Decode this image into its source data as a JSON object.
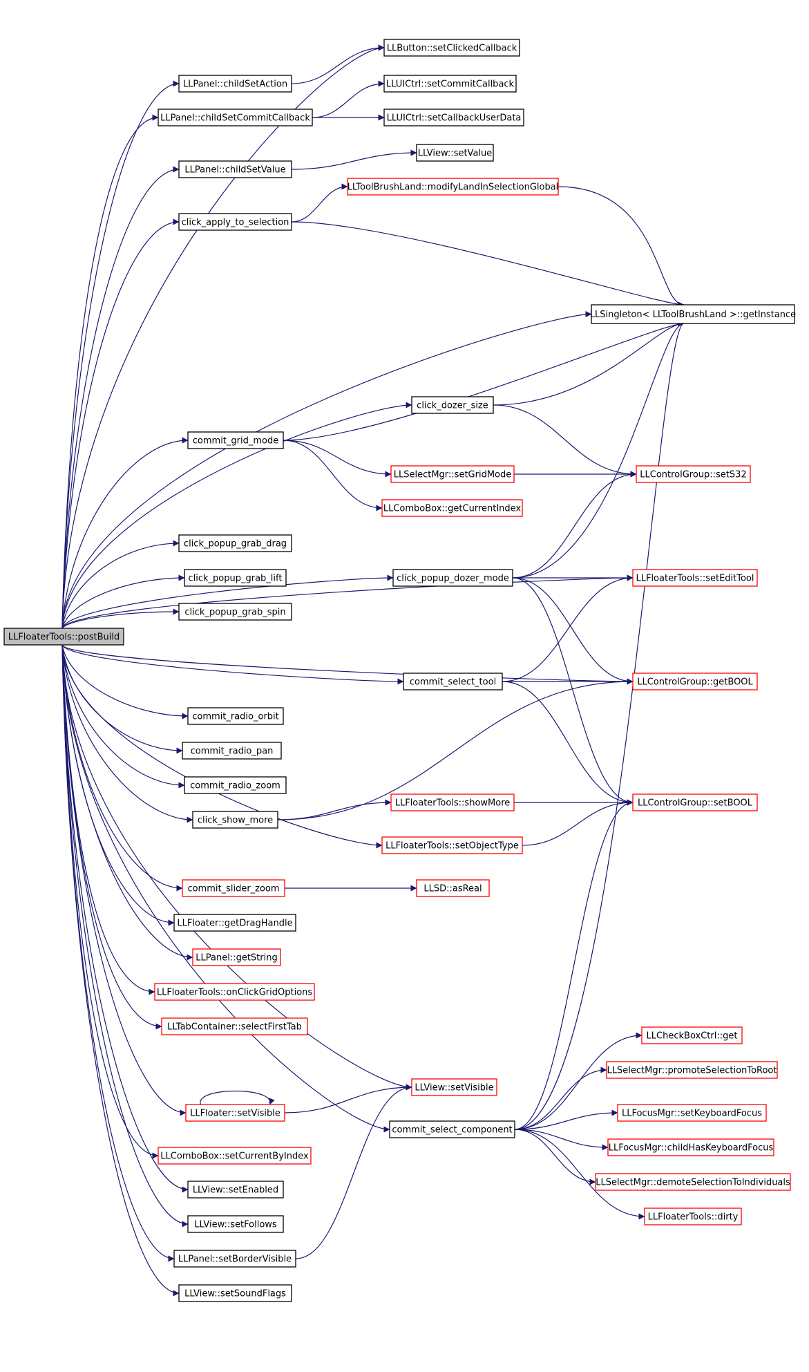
{
  "diagram": {
    "type": "call-graph",
    "colors": {
      "edge": "#191970",
      "node_border_default": "#000000",
      "node_border_truncated": "#ff0000",
      "root_fill": "#bfbfbf",
      "node_fill": "#ffffff"
    },
    "nodes": [
      {
        "id": "root",
        "label": "LLFloaterTools::postBuild",
        "style": "root"
      },
      {
        "id": "btnSetClicked",
        "label": "LLButton::setClickedCallback",
        "style": "normal"
      },
      {
        "id": "childSetAction",
        "label": "LLPanel::childSetAction",
        "style": "normal"
      },
      {
        "id": "uiSetCommit",
        "label": "LLUICtrl::setCommitCallback",
        "style": "normal"
      },
      {
        "id": "childSetCommit",
        "label": "LLPanel::childSetCommitCallback",
        "style": "normal"
      },
      {
        "id": "uiSetUserData",
        "label": "LLUICtrl::setCallbackUserData",
        "style": "normal"
      },
      {
        "id": "viewSetValue",
        "label": "LLView::setValue",
        "style": "normal"
      },
      {
        "id": "childSetValue",
        "label": "LLPanel::childSetValue",
        "style": "normal"
      },
      {
        "id": "modifyLand",
        "label": "LLToolBrushLand::modifyLandInSelectionGlobal",
        "style": "truncated"
      },
      {
        "id": "clickApply",
        "label": "click_apply_to_selection",
        "style": "normal"
      },
      {
        "id": "singleton",
        "label": "LLSingleton< LLToolBrushLand >::getInstance",
        "style": "normal"
      },
      {
        "id": "clickDozerSize",
        "label": "click_dozer_size",
        "style": "normal"
      },
      {
        "id": "commitGrid",
        "label": "commit_grid_mode",
        "style": "normal"
      },
      {
        "id": "setGridMode",
        "label": "LLSelectMgr::setGridMode",
        "style": "truncated"
      },
      {
        "id": "setS32",
        "label": "LLControlGroup::setS32",
        "style": "truncated"
      },
      {
        "id": "getCurIndex",
        "label": "LLComboBox::getCurrentIndex",
        "style": "truncated"
      },
      {
        "id": "grabDrag",
        "label": "click_popup_grab_drag",
        "style": "normal"
      },
      {
        "id": "dozerMode",
        "label": "click_popup_dozer_mode",
        "style": "normal"
      },
      {
        "id": "setEditTool",
        "label": "LLFloaterTools::setEditTool",
        "style": "truncated"
      },
      {
        "id": "grabLift",
        "label": "click_popup_grab_lift",
        "style": "normal"
      },
      {
        "id": "grabSpin",
        "label": "click_popup_grab_spin",
        "style": "normal"
      },
      {
        "id": "commitSelectTool",
        "label": "commit_select_tool",
        "style": "normal"
      },
      {
        "id": "getBOOL",
        "label": "LLControlGroup::getBOOL",
        "style": "truncated"
      },
      {
        "id": "radioOrbit",
        "label": "commit_radio_orbit",
        "style": "normal"
      },
      {
        "id": "radioPan",
        "label": "commit_radio_pan",
        "style": "normal"
      },
      {
        "id": "radioZoom",
        "label": "commit_radio_zoom",
        "style": "normal"
      },
      {
        "id": "clickShowMore",
        "label": "click_show_more",
        "style": "normal"
      },
      {
        "id": "showMore",
        "label": "LLFloaterTools::showMore",
        "style": "truncated"
      },
      {
        "id": "setBOOL",
        "label": "LLControlGroup::setBOOL",
        "style": "truncated"
      },
      {
        "id": "setObjectType",
        "label": "LLFloaterTools::setObjectType",
        "style": "truncated"
      },
      {
        "id": "sliderZoom",
        "label": "commit_slider_zoom",
        "style": "truncated"
      },
      {
        "id": "asReal",
        "label": "LLSD::asReal",
        "style": "truncated"
      },
      {
        "id": "getDragHandle",
        "label": "LLFloater::getDragHandle",
        "style": "normal"
      },
      {
        "id": "getString",
        "label": "LLPanel::getString",
        "style": "truncated"
      },
      {
        "id": "onClickGrid",
        "label": "LLFloaterTools::onClickGridOptions",
        "style": "truncated"
      },
      {
        "id": "selectFirstTab",
        "label": "LLTabContainer::selectFirstTab",
        "style": "truncated"
      },
      {
        "id": "checkBoxGet",
        "label": "LLCheckBoxCtrl::get",
        "style": "truncated"
      },
      {
        "id": "promoteSel",
        "label": "LLSelectMgr::promoteSelectionToRoot",
        "style": "truncated"
      },
      {
        "id": "viewSetVisible",
        "label": "LLView::setVisible",
        "style": "truncated"
      },
      {
        "id": "floaterSetVisible",
        "label": "LLFloater::setVisible",
        "style": "truncated"
      },
      {
        "id": "setKbFocus",
        "label": "LLFocusMgr::setKeyboardFocus",
        "style": "truncated"
      },
      {
        "id": "commitSelectComp",
        "label": "commit_select_component",
        "style": "normal"
      },
      {
        "id": "childHasFocus",
        "label": "LLFocusMgr::childHasKeyboardFocus",
        "style": "truncated"
      },
      {
        "id": "setCurByIndex",
        "label": "LLComboBox::setCurrentByIndex",
        "style": "truncated"
      },
      {
        "id": "demoteSel",
        "label": "LLSelectMgr::demoteSelectionToIndividuals",
        "style": "truncated"
      },
      {
        "id": "setEnabled",
        "label": "LLView::setEnabled",
        "style": "normal"
      },
      {
        "id": "floaterDirty",
        "label": "LLFloaterTools::dirty",
        "style": "truncated"
      },
      {
        "id": "setFollows",
        "label": "LLView::setFollows",
        "style": "normal"
      },
      {
        "id": "setBorderVisible",
        "label": "LLPanel::setBorderVisible",
        "style": "normal"
      },
      {
        "id": "setSoundFlags",
        "label": "LLView::setSoundFlags",
        "style": "normal"
      }
    ],
    "edges": [
      [
        "root",
        "btnSetClicked"
      ],
      [
        "root",
        "childSetAction"
      ],
      [
        "root",
        "childSetCommit"
      ],
      [
        "root",
        "childSetValue"
      ],
      [
        "root",
        "clickApply"
      ],
      [
        "root",
        "singleton"
      ],
      [
        "root",
        "clickDozerSize"
      ],
      [
        "root",
        "commitGrid"
      ],
      [
        "root",
        "grabDrag"
      ],
      [
        "root",
        "dozerMode"
      ],
      [
        "root",
        "setEditTool"
      ],
      [
        "root",
        "grabLift"
      ],
      [
        "root",
        "grabSpin"
      ],
      [
        "root",
        "commitSelectTool"
      ],
      [
        "root",
        "getBOOL"
      ],
      [
        "root",
        "radioOrbit"
      ],
      [
        "root",
        "radioPan"
      ],
      [
        "root",
        "radioZoom"
      ],
      [
        "root",
        "clickShowMore"
      ],
      [
        "root",
        "setObjectType"
      ],
      [
        "root",
        "sliderZoom"
      ],
      [
        "root",
        "getDragHandle"
      ],
      [
        "root",
        "getString"
      ],
      [
        "root",
        "onClickGrid"
      ],
      [
        "root",
        "selectFirstTab"
      ],
      [
        "root",
        "viewSetVisible"
      ],
      [
        "root",
        "floaterSetVisible"
      ],
      [
        "root",
        "setCurByIndex"
      ],
      [
        "root",
        "setEnabled"
      ],
      [
        "root",
        "setFollows"
      ],
      [
        "root",
        "setBorderVisible"
      ],
      [
        "root",
        "setSoundFlags"
      ],
      [
        "root",
        "commitSelectComp"
      ],
      [
        "childSetAction",
        "btnSetClicked"
      ],
      [
        "childSetCommit",
        "uiSetCommit"
      ],
      [
        "childSetCommit",
        "uiSetUserData"
      ],
      [
        "childSetValue",
        "viewSetValue"
      ],
      [
        "clickApply",
        "modifyLand"
      ],
      [
        "clickApply",
        "singleton"
      ],
      [
        "modifyLand",
        "singleton"
      ],
      [
        "clickDozerSize",
        "setS32"
      ],
      [
        "clickDozerSize",
        "singleton"
      ],
      [
        "commitGrid",
        "setGridMode"
      ],
      [
        "commitGrid",
        "getCurIndex"
      ],
      [
        "commitGrid",
        "singleton"
      ],
      [
        "setGridMode",
        "setS32"
      ],
      [
        "dozerMode",
        "singleton"
      ],
      [
        "dozerMode",
        "setS32"
      ],
      [
        "dozerMode",
        "setEditTool"
      ],
      [
        "dozerMode",
        "getBOOL"
      ],
      [
        "dozerMode",
        "setBOOL"
      ],
      [
        "commitSelectTool",
        "getBOOL"
      ],
      [
        "commitSelectTool",
        "setEditTool"
      ],
      [
        "commitSelectTool",
        "setBOOL"
      ],
      [
        "clickShowMore",
        "showMore"
      ],
      [
        "clickShowMore",
        "getBOOL"
      ],
      [
        "showMore",
        "setBOOL"
      ],
      [
        "setObjectType",
        "setBOOL"
      ],
      [
        "sliderZoom",
        "asReal"
      ],
      [
        "floaterSetVisible",
        "viewSetVisible"
      ],
      [
        "floaterSetVisible",
        "floaterSetVisible"
      ],
      [
        "setBorderVisible",
        "viewSetVisible"
      ],
      [
        "commitSelectComp",
        "singleton"
      ],
      [
        "commitSelectComp",
        "checkBoxGet"
      ],
      [
        "commitSelectComp",
        "promoteSel"
      ],
      [
        "commitSelectComp",
        "setKbFocus"
      ],
      [
        "commitSelectComp",
        "childHasFocus"
      ],
      [
        "commitSelectComp",
        "demoteSel"
      ],
      [
        "commitSelectComp",
        "floaterDirty"
      ],
      [
        "commitSelectComp",
        "setBOOL"
      ]
    ]
  }
}
